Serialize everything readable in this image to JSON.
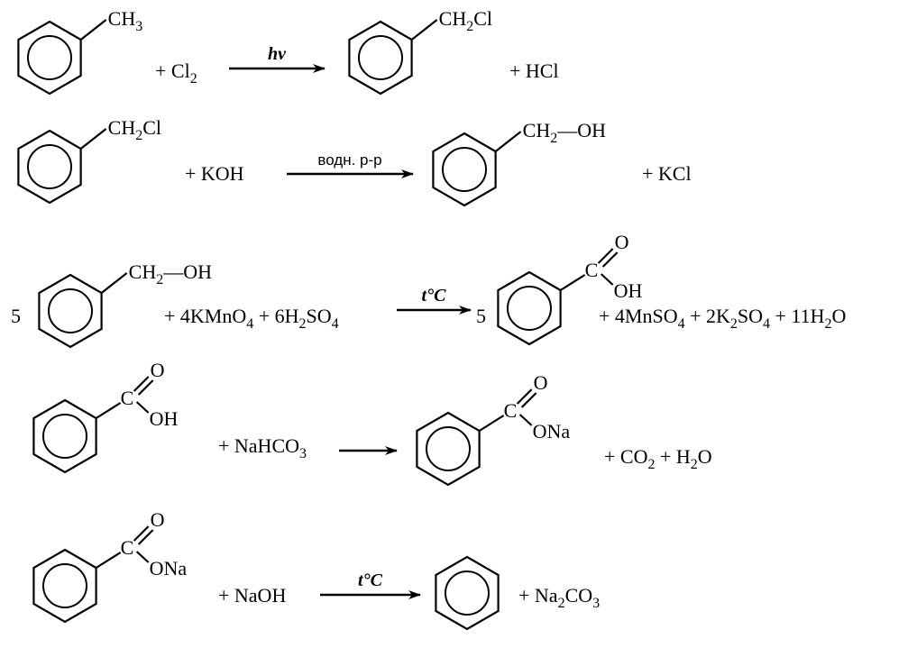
{
  "reactions": [
    {
      "reactant": {
        "group": [
          {
            "t": "CH"
          },
          {
            "t": "3",
            "sub": true
          }
        ]
      },
      "mid": [
        {
          "t": "+ Cl"
        },
        {
          "t": "2",
          "sub": true
        }
      ],
      "arrow_label": "hν",
      "product": {
        "group": [
          {
            "t": "CH"
          },
          {
            "t": "2",
            "sub": true
          },
          {
            "t": "Cl"
          }
        ]
      },
      "right": [
        {
          "t": "+ HCl"
        }
      ]
    },
    {
      "reactant": {
        "group": [
          {
            "t": "CH"
          },
          {
            "t": "2",
            "sub": true
          },
          {
            "t": "Cl"
          }
        ]
      },
      "mid": [
        {
          "t": "+ KOH"
        }
      ],
      "arrow_label": "водн. р-р",
      "product": {
        "group": [
          {
            "t": "CH"
          },
          {
            "t": "2",
            "sub": true
          },
          {
            "t": "—OH"
          }
        ]
      },
      "right": [
        {
          "t": "+ KCl"
        }
      ]
    },
    {
      "coef_left": "5",
      "reactant": {
        "group": [
          {
            "t": "CH"
          },
          {
            "t": "2",
            "sub": true
          },
          {
            "t": "—OH"
          }
        ]
      },
      "mid": [
        {
          "t": "+ 4KMnO"
        },
        {
          "t": "4",
          "sub": true
        },
        {
          "t": " + 6H"
        },
        {
          "t": "2",
          "sub": true
        },
        {
          "t": "SO"
        },
        {
          "t": "4",
          "sub": true
        }
      ],
      "arrow_label": "t°C",
      "coef_right": "5",
      "product": {
        "carbon": "C",
        "oxygen": "O",
        "oh": "OH"
      },
      "right": [
        {
          "t": "+ 4MnSO"
        },
        {
          "t": "4",
          "sub": true
        },
        {
          "t": " + 2K"
        },
        {
          "t": "2",
          "sub": true
        },
        {
          "t": "SO"
        },
        {
          "t": "4",
          "sub": true
        },
        {
          "t": " + 11H"
        },
        {
          "t": "2",
          "sub": true
        },
        {
          "t": "O"
        }
      ]
    },
    {
      "reactant": {
        "carbon": "C",
        "oxygen": "O",
        "oh": "OH"
      },
      "mid": [
        {
          "t": "+ NaHCO"
        },
        {
          "t": "3",
          "sub": true
        }
      ],
      "product": {
        "carbon": "C",
        "oxygen": "O",
        "oh": "ONa"
      },
      "right": [
        {
          "t": "+ CO"
        },
        {
          "t": "2",
          "sub": true
        },
        {
          "t": " + H"
        },
        {
          "t": "2",
          "sub": true
        },
        {
          "t": "O"
        }
      ]
    },
    {
      "reactant": {
        "carbon": "C",
        "oxygen": "O",
        "oh": "ONa"
      },
      "mid": [
        {
          "t": "+ NaOH"
        }
      ],
      "arrow_label": "t°C",
      "right": [
        {
          "t": "+ Na"
        },
        {
          "t": "2",
          "sub": true
        },
        {
          "t": "CO"
        },
        {
          "t": "3",
          "sub": true
        }
      ]
    }
  ]
}
